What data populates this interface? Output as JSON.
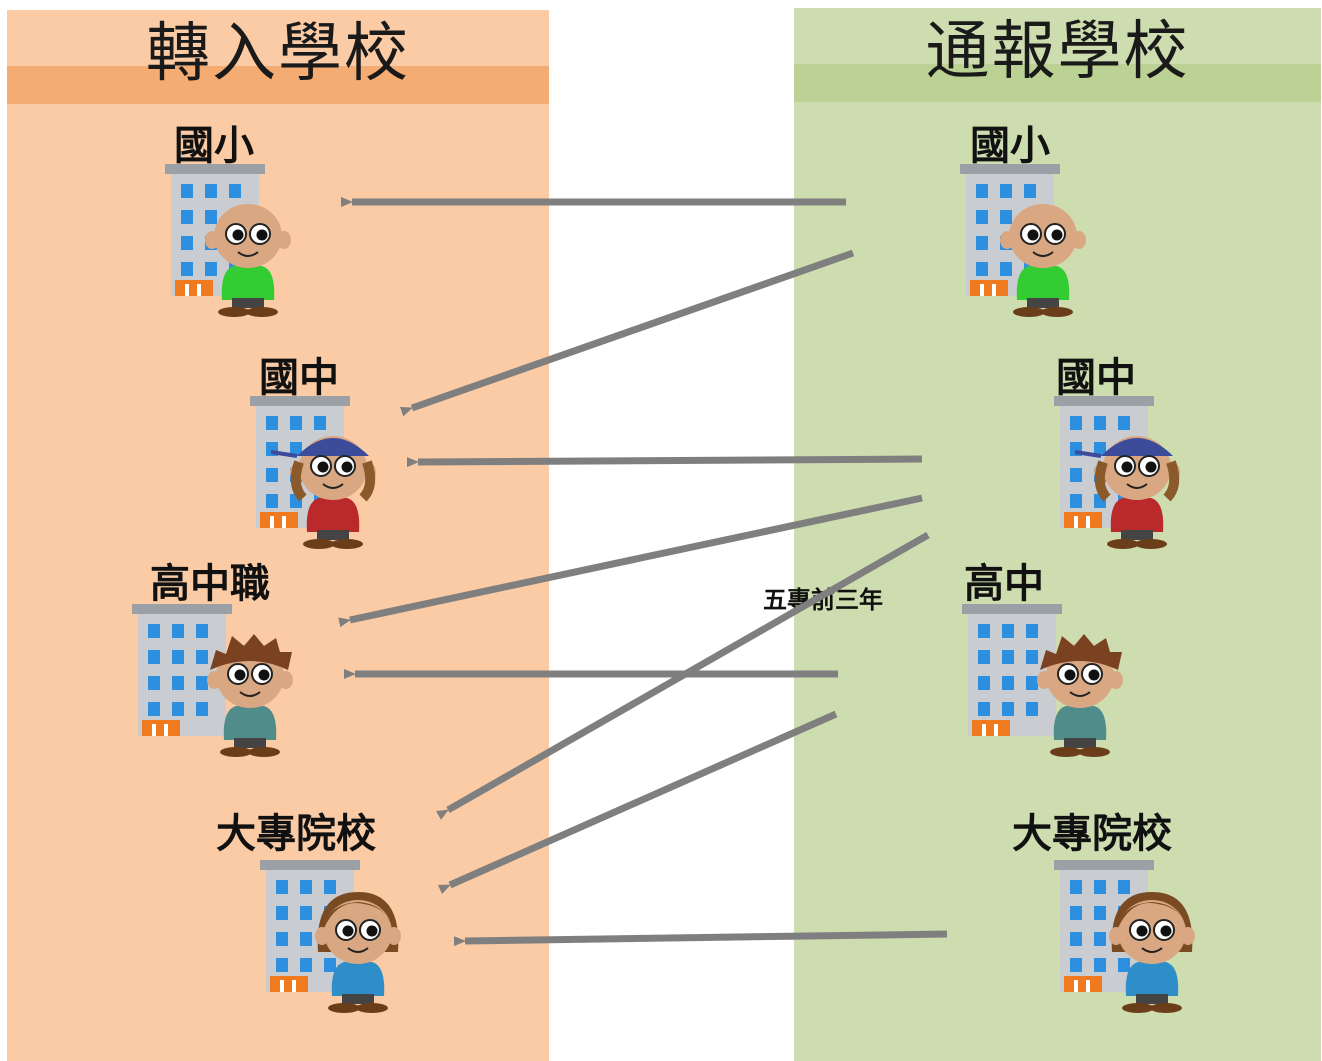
{
  "colors": {
    "left_bg": "#FACBA4",
    "left_band": "#F5AC72",
    "right_bg": "#CEDDAF",
    "right_band": "#BCD294",
    "arrow": "#7F7F7F",
    "building_wall": "#C9CDD2",
    "building_roof": "#9AA0A6",
    "window": "#2C8FE0",
    "door": "#EF7A1F"
  },
  "left_panel": {
    "title": "轉入學校",
    "labels": [
      "國小",
      "國中",
      "高中職",
      "大專院校"
    ]
  },
  "right_panel": {
    "title": "通報學校",
    "labels": [
      "國小",
      "國中",
      "高中",
      "大專院校"
    ],
    "note": "五專前三年"
  },
  "figures": [
    {
      "icon": "building-with-boy-icon",
      "shirt": "#33CC33",
      "hair": "none"
    },
    {
      "icon": "building-with-capped-kid-icon",
      "shirt": "#BB2A2A",
      "hair": "cap"
    },
    {
      "icon": "building-with-teen-icon",
      "shirt": "#4F8C8A",
      "hair": "spiky"
    },
    {
      "icon": "building-with-girl-icon",
      "shirt": "#2E8EC8",
      "hair": "long"
    }
  ]
}
